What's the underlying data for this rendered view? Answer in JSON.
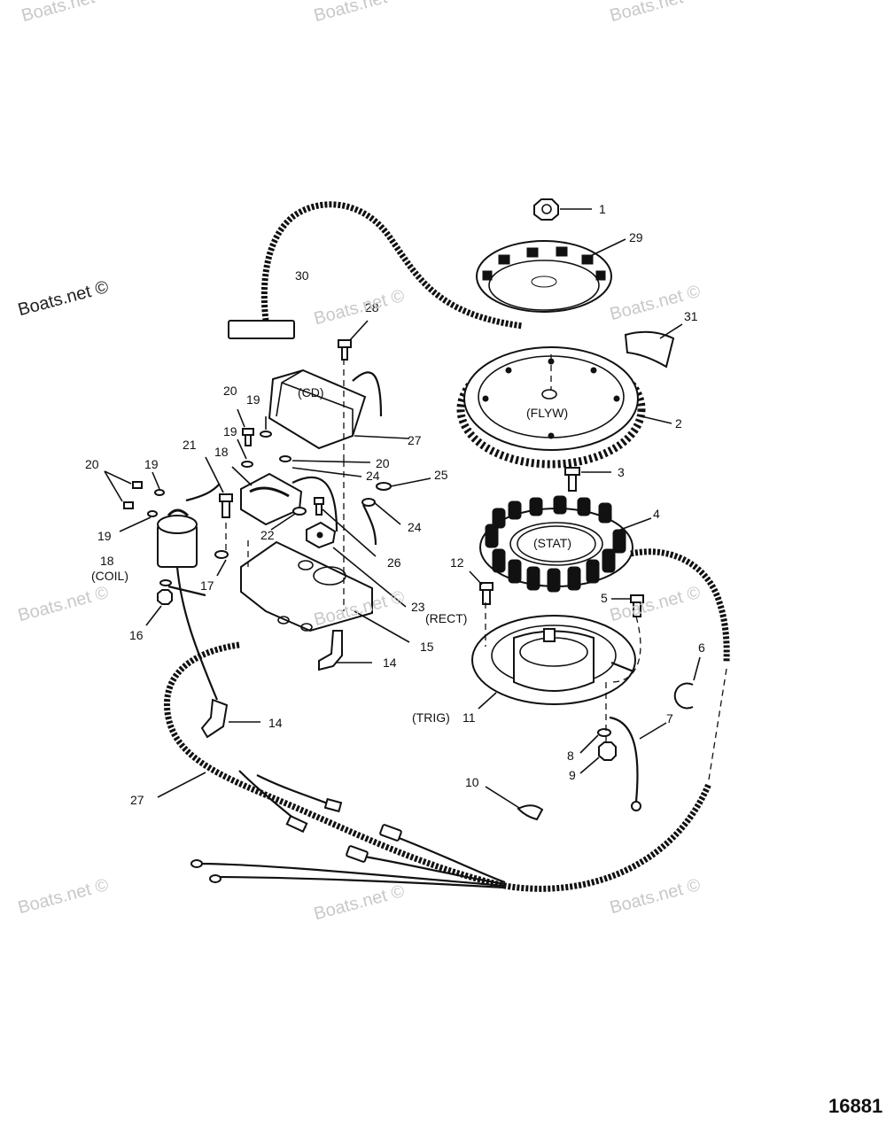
{
  "watermarks": [
    "Boats.net",
    "Boats.net",
    "Boats.net",
    "Boats.net ©",
    "Boats.net ©",
    "Boats.net ©",
    "Boats.net ©",
    "Boats.net ©",
    "Boats.net ©",
    "Boats.net ©",
    "Boats.net ©",
    "Boats.net ©"
  ],
  "drawing_number": "16881",
  "callouts": {
    "c1": "1",
    "c29": "29",
    "c30": "30",
    "c28": "28",
    "c31": "31",
    "c2": "2",
    "c3": "3",
    "c4": "4",
    "c5": "5",
    "c6": "6",
    "c7": "7",
    "c8": "8",
    "c9": "9",
    "c10": "10",
    "c11": "11",
    "c12": "12",
    "c14a": "14",
    "c14b": "14",
    "c15": "15",
    "c16": "16",
    "c17": "17",
    "c18a": "18",
    "c18b": "18",
    "c19a": "19",
    "c19b": "19",
    "c19c": "19",
    "c19d": "19",
    "c20a": "20",
    "c20b": "20",
    "c20c": "20",
    "c21": "21",
    "c22": "22",
    "c23": "23",
    "c24a": "24",
    "c24b": "24",
    "c25": "25",
    "c26": "26",
    "c27a": "27",
    "c27b": "27"
  },
  "part_labels": {
    "cd": "(CD)",
    "flyw": "(FLYW)",
    "stat": "(STAT)",
    "rect": "(RECT)",
    "coil": "(COIL)",
    "trig": "(TRIG)"
  }
}
